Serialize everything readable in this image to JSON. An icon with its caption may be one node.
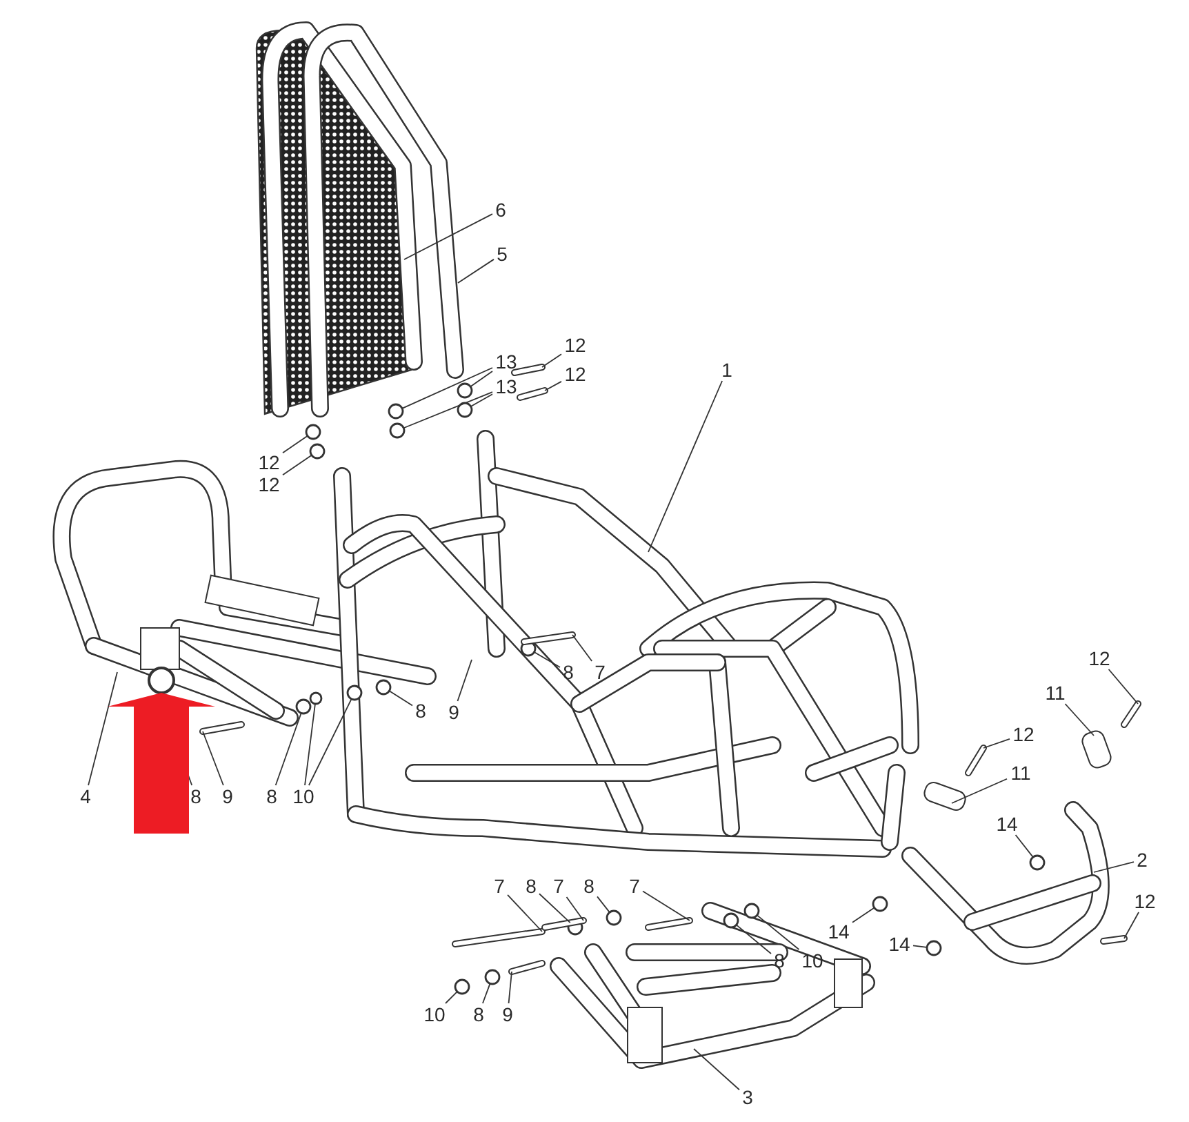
{
  "diagram": {
    "nodes": [
      {
        "text": [
          "6"
        ]
      },
      {
        "text": [
          "5"
        ]
      },
      {
        "text": [
          "12"
        ]
      },
      {
        "text": [
          "13"
        ]
      },
      {
        "text": [
          "12"
        ]
      },
      {
        "text": [
          "13"
        ]
      },
      {
        "text": [
          "1"
        ]
      },
      {
        "text": [
          "12"
        ]
      },
      {
        "text": [
          "12"
        ]
      },
      {
        "text": [
          "8"
        ]
      },
      {
        "text": [
          "7"
        ]
      },
      {
        "text": [
          "12"
        ]
      },
      {
        "text": [
          "11"
        ]
      },
      {
        "text": [
          "8"
        ]
      },
      {
        "text": [
          "9"
        ]
      },
      {
        "text": [
          "12"
        ]
      },
      {
        "text": [
          "11"
        ]
      },
      {
        "text": [
          "4"
        ]
      },
      {
        "text": [
          "8"
        ]
      },
      {
        "text": [
          "9"
        ]
      },
      {
        "text": [
          "8"
        ]
      },
      {
        "text": [
          "10"
        ]
      },
      {
        "text": [
          "14"
        ]
      },
      {
        "text": [
          "2"
        ]
      },
      {
        "text": [
          "7"
        ]
      },
      {
        "text": [
          "8"
        ]
      },
      {
        "text": [
          "7"
        ]
      },
      {
        "text": [
          "8"
        ]
      },
      {
        "text": [
          "7"
        ]
      },
      {
        "text": [
          "12"
        ]
      },
      {
        "text": [
          "14"
        ]
      },
      {
        "text": [
          "14"
        ]
      },
      {
        "text": [
          "8"
        ]
      },
      {
        "text": [
          "10"
        ]
      },
      {
        "text": [
          "10"
        ]
      },
      {
        "text": [
          "8"
        ]
      },
      {
        "text": [
          "9"
        ]
      },
      {
        "text": [
          "3"
        ]
      },
      {
        "text": [],
        "shape": "circle"
      },
      {
        "text": [],
        "shape": "circle"
      },
      {
        "text": [],
        "shape": "circle"
      },
      {
        "text": [],
        "shape": "circle"
      },
      {
        "text": [],
        "shape": "circle"
      },
      {
        "text": [],
        "shape": "circle"
      },
      {
        "text": [],
        "shape": "circle"
      },
      {
        "text": [],
        "shape": "circle"
      },
      {
        "text": [],
        "shape": "circle"
      },
      {
        "text": [],
        "shape": "circle"
      },
      {
        "text": [],
        "shape": "circle"
      },
      {
        "text": [],
        "shape": "circle"
      },
      {
        "text": [],
        "shape": "circle"
      },
      {
        "text": [],
        "shape": "circle"
      },
      {
        "text": [],
        "shape": "circle"
      },
      {
        "text": [],
        "shape": "circle"
      },
      {
        "text": [],
        "shape": "circle"
      },
      {
        "text": [],
        "shape": "circle"
      },
      {
        "text": [],
        "shape": "circle"
      },
      {
        "text": [],
        "shape": "circle"
      },
      {
        "text": [],
        "shape": "bar"
      },
      {
        "text": [],
        "shape": "bar"
      },
      {
        "text": [],
        "shape": "bar"
      },
      {
        "text": [],
        "shape": "bar"
      },
      {
        "text": [],
        "shape": "bar"
      },
      {
        "text": [],
        "shape": "bar"
      },
      {
        "text": [],
        "shape": "bar"
      },
      {
        "text": [],
        "shape": "bar"
      },
      {
        "text": [],
        "shape": "bar"
      },
      {
        "text": [],
        "shape": "bar"
      },
      {
        "text": [],
        "shape": "bar"
      },
      {
        "text": [],
        "shape": "circle"
      }
    ],
    "edges": [
      {
        "from": 0,
        "to": null,
        "arrow": "none"
      },
      {
        "from": 1,
        "to": null,
        "arrow": "none"
      },
      {
        "from": 2,
        "to": 58,
        "arrow": "none"
      },
      {
        "from": 3,
        "to": 40,
        "arrow": "none"
      },
      {
        "from": 3,
        "to": 38,
        "arrow": "none"
      },
      {
        "from": 4,
        "to": 59,
        "arrow": "none"
      },
      {
        "from": 5,
        "to": 41,
        "arrow": "none"
      },
      {
        "from": 5,
        "to": 39,
        "arrow": "none"
      },
      {
        "from": 6,
        "to": null,
        "arrow": "none"
      },
      {
        "from": 7,
        "to": 42,
        "arrow": "none"
      },
      {
        "from": 8,
        "to": 43,
        "arrow": "none"
      },
      {
        "from": 9,
        "to": 48,
        "arrow": "none"
      },
      {
        "from": 10,
        "to": 60,
        "arrow": "none"
      },
      {
        "from": 11,
        "to": 61,
        "arrow": "none"
      },
      {
        "from": 12,
        "to": null,
        "arrow": "none"
      },
      {
        "from": 13,
        "to": 47,
        "arrow": "none"
      },
      {
        "from": 14,
        "to": null,
        "arrow": "none"
      },
      {
        "from": 15,
        "to": 62,
        "arrow": "none"
      },
      {
        "from": 16,
        "to": null,
        "arrow": "none"
      },
      {
        "from": 17,
        "to": null,
        "arrow": "none"
      },
      {
        "from": 18,
        "to": null,
        "arrow": "none"
      },
      {
        "from": 19,
        "to": 68,
        "arrow": "none"
      },
      {
        "from": 20,
        "to": 44,
        "arrow": "none"
      },
      {
        "from": 21,
        "to": 45,
        "arrow": "none"
      },
      {
        "from": 21,
        "to": 46,
        "arrow": "none"
      },
      {
        "from": 22,
        "to": 57,
        "arrow": "none"
      },
      {
        "from": 23,
        "to": null,
        "arrow": "none"
      },
      {
        "from": 24,
        "to": 64,
        "arrow": "none"
      },
      {
        "from": 25,
        "to": 49,
        "arrow": "none"
      },
      {
        "from": 26,
        "to": 65,
        "arrow": "none"
      },
      {
        "from": 27,
        "to": 50,
        "arrow": "none"
      },
      {
        "from": 28,
        "to": 66,
        "arrow": "none"
      },
      {
        "from": 29,
        "to": 63,
        "arrow": "none"
      },
      {
        "from": 30,
        "to": 55,
        "arrow": "none"
      },
      {
        "from": 31,
        "to": 56,
        "arrow": "none"
      },
      {
        "from": 32,
        "to": 51,
        "arrow": "none"
      },
      {
        "from": 33,
        "to": 52,
        "arrow": "none"
      },
      {
        "from": 34,
        "to": 53,
        "arrow": "none"
      },
      {
        "from": 35,
        "to": 54,
        "arrow": "none"
      },
      {
        "from": 36,
        "to": 67,
        "arrow": "none"
      },
      {
        "from": 37,
        "to": null,
        "arrow": "none"
      },
      {
        "from": null,
        "to": 69,
        "arrow": "to"
      }
    ]
  }
}
